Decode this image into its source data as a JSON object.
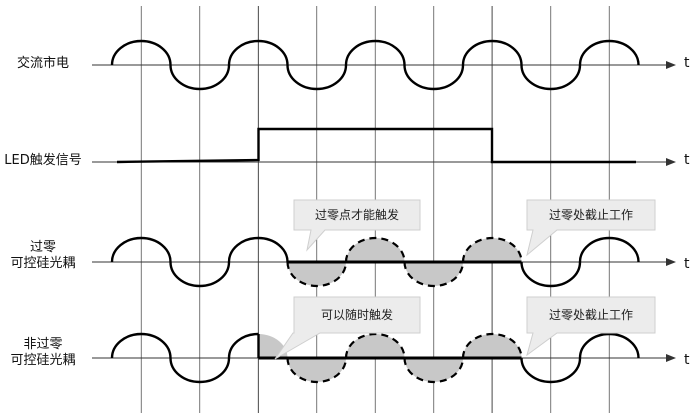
{
  "rows": [
    {
      "label_lines": [
        "交流市电"
      ],
      "axis_label": "t"
    },
    {
      "label_lines": [
        "LED触发信号"
      ],
      "axis_label": "t"
    },
    {
      "label_lines": [
        "过零",
        "可控硅光耦"
      ],
      "axis_label": "t"
    },
    {
      "label_lines": [
        "非过零",
        "可控硅光耦"
      ],
      "axis_label": "t"
    }
  ],
  "callouts": {
    "zero_cross_trigger": "过零点才能触发",
    "zero_cross_cutoff_1": "过零处截止工作",
    "random_trigger": "可以随时触发",
    "zero_cross_cutoff_2": "过零处截止工作"
  },
  "colors": {
    "wave": "#000000",
    "shaded": "#c8c8c8",
    "grid": "#555555",
    "callout_bg": "#ececec"
  }
}
